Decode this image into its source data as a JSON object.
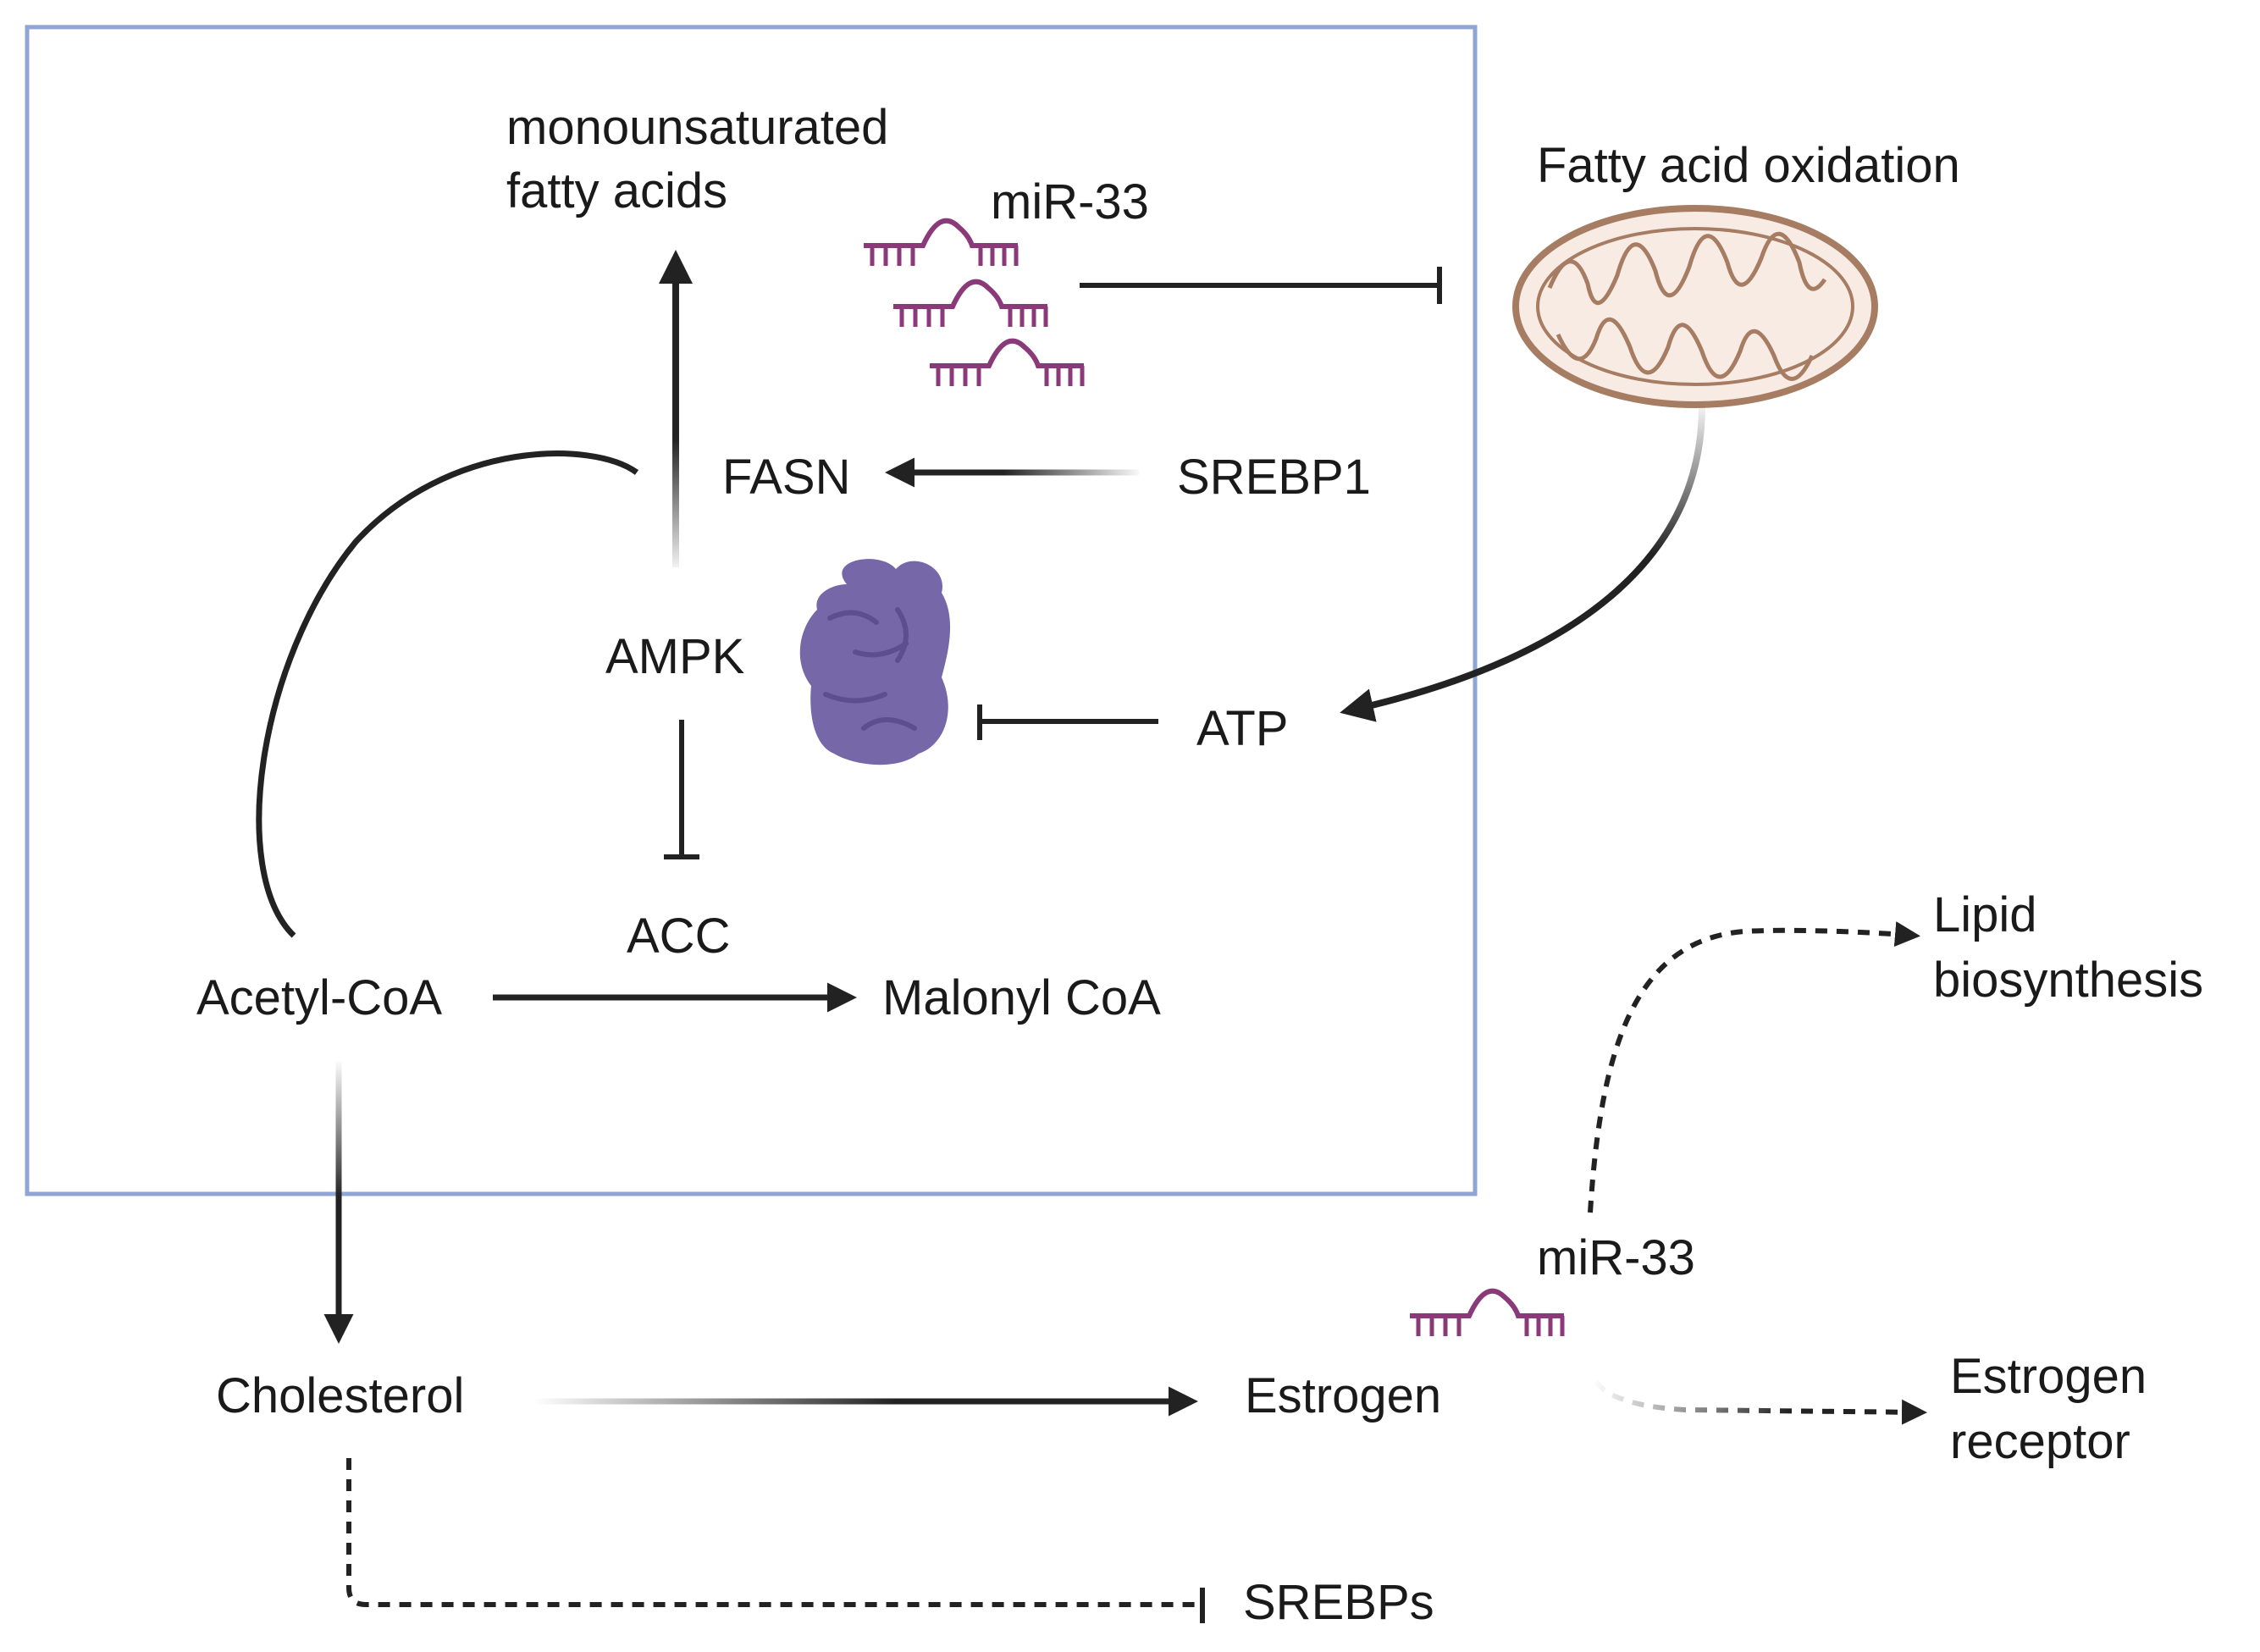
{
  "labels": {
    "mufa_line1": "monounsaturated",
    "mufa_line2": "fatty acids",
    "mir33_top": "miR-33",
    "fao": "Fatty acid oxidation",
    "fasn": "FASN",
    "srebp1": "SREBP1",
    "ampk": "AMPK",
    "atp": "ATP",
    "acc": "ACC",
    "acetyl_coa": "Acetyl-CoA",
    "malonyl_coa": "Malonyl CoA",
    "lipid_line1": "Lipid",
    "lipid_line2": "biosynthesis",
    "mir33_bottom": "miR-33",
    "cholesterol": "Cholesterol",
    "estrogen": "Estrogen",
    "er_line1": "Estrogen",
    "er_line2": "receptor",
    "srebps": "SREBPs"
  },
  "colors": {
    "box": "#8fa5d6",
    "text": "#1a1a1a",
    "arrow": "#222222",
    "mirna": "#8b3a79",
    "protein": "#7567a8",
    "mito_outer": "#a67c63",
    "mito_fill": "#f7ebe4"
  }
}
